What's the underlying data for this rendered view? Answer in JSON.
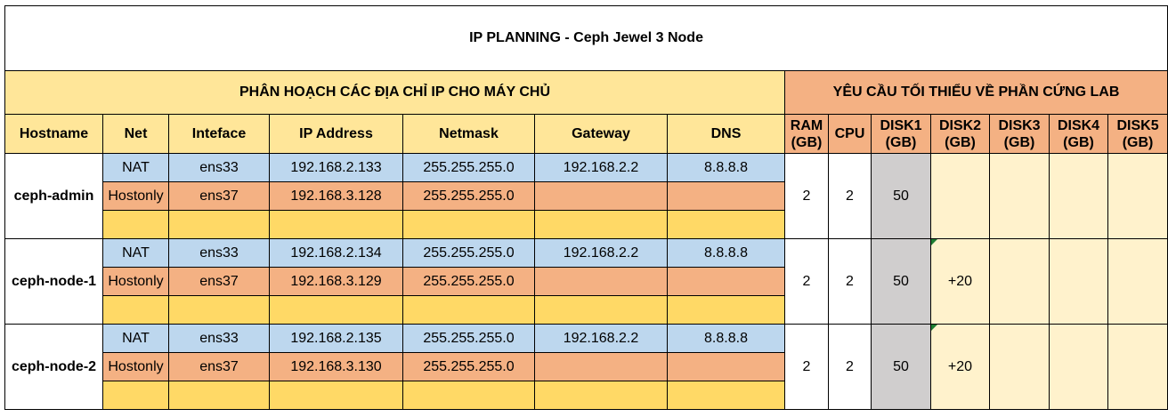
{
  "title": "IP PLANNING - Ceph Jewel 3 Node",
  "section_ip": "PHÂN HOẠCH CÁC ĐỊA CHỈ IP CHO MÁY CHỦ",
  "section_hw": "YÊU CẦU TỐI THIỂU VỀ PHẦN CỨNG LAB",
  "headers": {
    "hostname": "Hostname",
    "net": "Net",
    "interface": "Inteface",
    "ip": "IP Address",
    "netmask": "Netmask",
    "gateway": "Gateway",
    "dns": "DNS",
    "ram": "RAM",
    "ram_unit": "(GB)",
    "cpu": "CPU",
    "disk1": "DISK1",
    "disk1_unit": "(GB)",
    "disk2": "DISK2",
    "disk2_unit": "(GB)",
    "disk3": "DISK3",
    "disk3_unit": "(GB)",
    "disk4": "DISK4",
    "disk4_unit": "(GB)",
    "disk5": "DISK5",
    "disk5_unit": "(GB)"
  },
  "hosts": [
    {
      "hostname": "ceph-admin",
      "nat": {
        "net": "NAT",
        "iface": "ens33",
        "ip": "192.168.2.133",
        "netmask": "255.255.255.0",
        "gateway": "192.168.2.2",
        "dns": "8.8.8.8"
      },
      "hostonly": {
        "net": "Hostonly",
        "iface": "ens37",
        "ip": "192.168.3.128",
        "netmask": "255.255.255.0",
        "gateway": "",
        "dns": ""
      },
      "ram": "2",
      "cpu": "2",
      "disk1": "50",
      "disk2": ""
    },
    {
      "hostname": "ceph-node-1",
      "nat": {
        "net": "NAT",
        "iface": "ens33",
        "ip": "192.168.2.134",
        "netmask": "255.255.255.0",
        "gateway": "192.168.2.2",
        "dns": "8.8.8.8"
      },
      "hostonly": {
        "net": "Hostonly",
        "iface": "ens37",
        "ip": "192.168.3.129",
        "netmask": "255.255.255.0",
        "gateway": "",
        "dns": ""
      },
      "ram": "2",
      "cpu": "2",
      "disk1": "50",
      "disk2": "+20"
    },
    {
      "hostname": "ceph-node-2",
      "nat": {
        "net": "NAT",
        "iface": "ens33",
        "ip": "192.168.2.135",
        "netmask": "255.255.255.0",
        "gateway": "192.168.2.2",
        "dns": "8.8.8.8"
      },
      "hostonly": {
        "net": "Hostonly",
        "iface": "ens37",
        "ip": "192.168.3.130",
        "netmask": "255.255.255.0",
        "gateway": "",
        "dns": ""
      },
      "ram": "2",
      "cpu": "2",
      "disk1": "50",
      "disk2": "+20"
    }
  ],
  "colors": {
    "header_yellow": "#ffe699",
    "header_orange": "#f4b183",
    "nat_blue": "#bdd7ee",
    "hostonly_peach": "#f4b183",
    "empty_gold": "#ffd966",
    "disk1_gray": "#d0cece",
    "disk_cream": "#fff2cc",
    "comment_marker": "#1e7d32"
  }
}
